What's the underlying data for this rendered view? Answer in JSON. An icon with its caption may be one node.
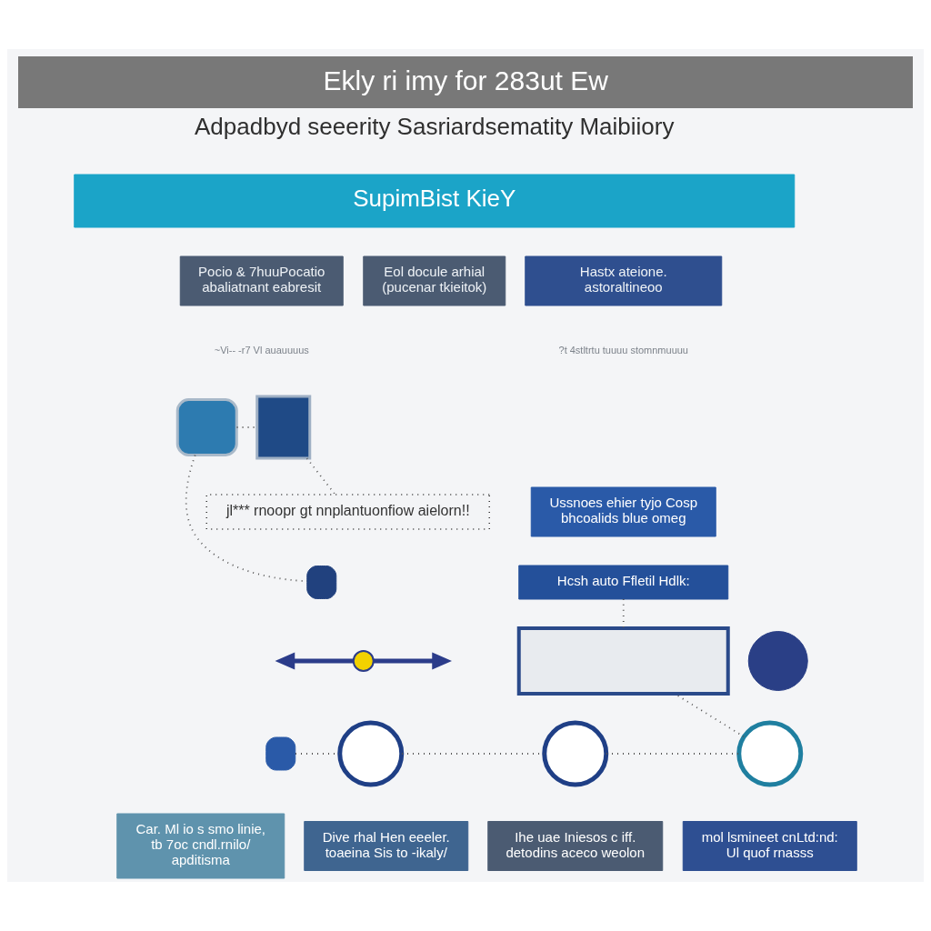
{
  "diagram": {
    "title": "Ekly ri imy for 283ut Ew",
    "nodes": [
      {
        "text": [
          "SupimBist KieY"
        ]
      },
      {
        "text": [
          "Pocio & 7huuPocatio abaliatnant eabresit"
        ]
      },
      {
        "text": [
          "Eol docule arhial (pucenar tkieitok)"
        ]
      },
      {
        "text": [
          "Hastx ateione. astoraltineoo"
        ]
      },
      {
        "text": [],
        "shape": "box"
      },
      {
        "text": [],
        "shape": "box"
      },
      {
        "text": [
          "jl*** rnoopr gt nnplantuonfiow aielorn!!"
        ]
      },
      {
        "text": [],
        "shape": "box"
      },
      {
        "text": [],
        "shape": "circle"
      },
      {
        "text": [
          "Ussnoes ehier tyjo Cosp bhcoalids blue omeg"
        ]
      },
      {
        "text": [
          "Hcsh auto Ffletil Hdlk:"
        ]
      },
      {
        "text": [],
        "shape": "box"
      },
      {
        "text": [],
        "shape": "circle"
      },
      {
        "text": [],
        "shape": "box"
      },
      {
        "text": [],
        "shape": "circle"
      },
      {
        "text": [],
        "shape": "circle"
      },
      {
        "text": [],
        "shape": "circle"
      },
      {
        "text": [
          "Car. Ml io s smo linie, tb 7oc cndl.rnilo/ apditisma"
        ]
      },
      {
        "text": [
          "Dive rhal Hen eeeler. toaeina Sis to -ikaly/"
        ]
      },
      {
        "text": [
          "Ihe uae Iniesos c iff. detodins aceco weolon"
        ]
      },
      {
        "text": [
          "mol lsmineet cnLtd:nd: Ul quof rnasss"
        ]
      }
    ],
    "edges": [
      {
        "from": 4,
        "to": 7,
        "arrow": "none",
        "style": "dashed"
      },
      {
        "from": 4,
        "to": 5,
        "arrow": "none",
        "style": "dashed"
      },
      {
        "from": 5,
        "to": 6,
        "arrow": "none",
        "style": "dashed"
      },
      {
        "from": 8,
        "to": null,
        "arrow": "to",
        "style": "thick",
        "color": "#2b3c8a"
      },
      {
        "from": 8,
        "to": null,
        "arrow": "to",
        "style": "thick",
        "color": "#2b3c8a"
      },
      {
        "from": 10,
        "to": 11,
        "arrow": "none",
        "style": "dashed"
      },
      {
        "from": 13,
        "to": 14,
        "arrow": "none",
        "style": "dashed"
      },
      {
        "from": 14,
        "to": 15,
        "arrow": "none",
        "style": "dashed"
      },
      {
        "from": 15,
        "to": 16,
        "arrow": "none",
        "style": "dashed"
      },
      {
        "from": 16,
        "to": 11,
        "arrow": "none",
        "style": "dashed"
      }
    ],
    "labels": [
      "Adpadbyd seeerity Sasriardsematity Maibiiory",
      "~Vi-- -r7 Vl auauuuus",
      "?t 4stltrtu tuuuu stomnmuuuu"
    ]
  }
}
